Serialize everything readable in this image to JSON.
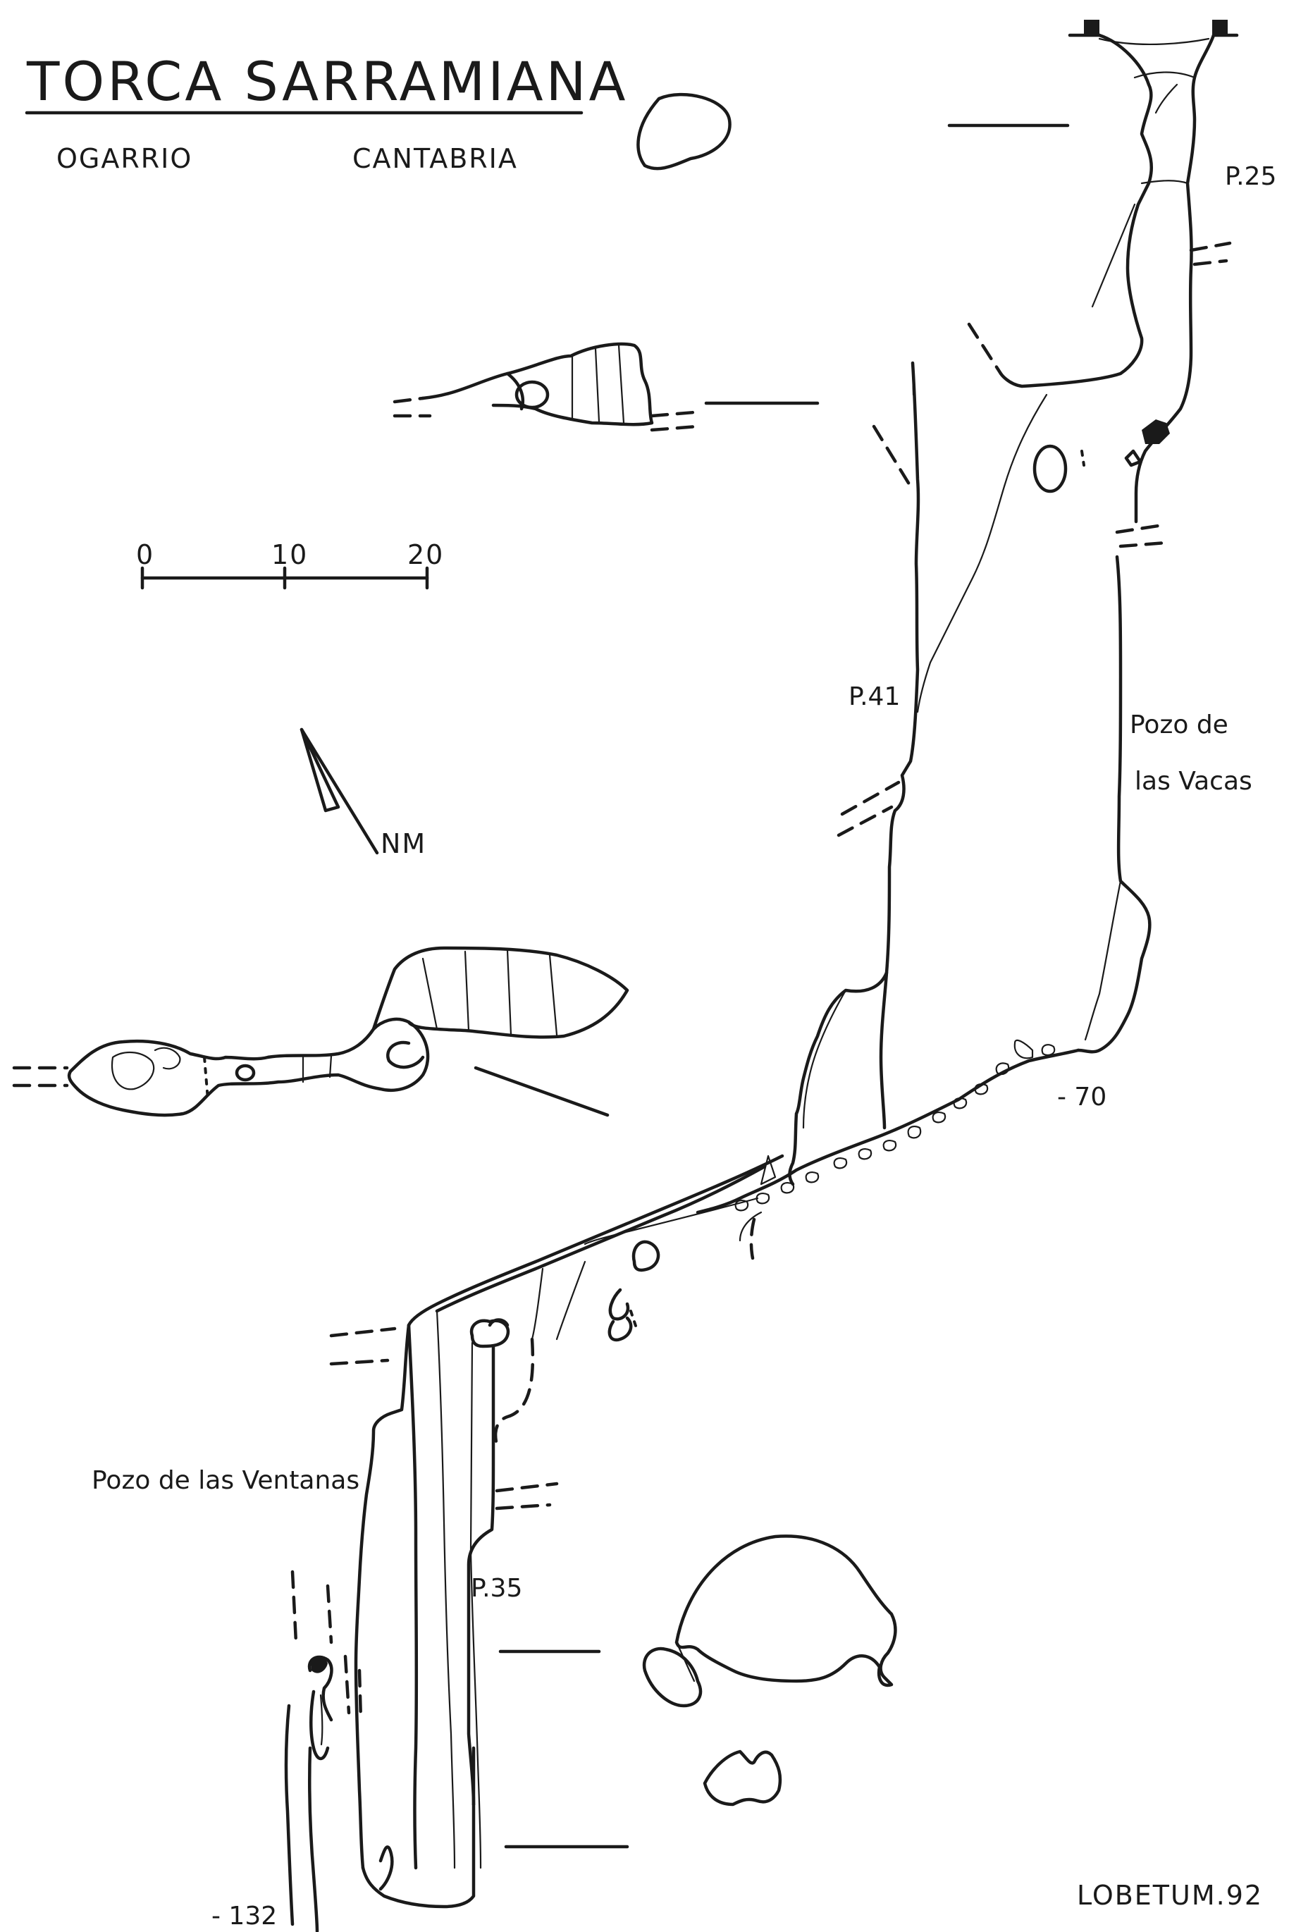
{
  "header": {
    "title": "TORCA SARRAMIANA",
    "locality": "OGARRIO",
    "region": "CANTABRIA"
  },
  "scale_bar": {
    "ticks": [
      "0",
      "10",
      "20"
    ]
  },
  "north_arrow": {
    "label": "NM"
  },
  "section_labels": {
    "p25": "P.25",
    "p41": "P.41",
    "pozo_vacas_line1": "Pozo de",
    "pozo_vacas_line2": "las Vacas",
    "depth_70": "- 70",
    "pozo_ventanas": "Pozo de las Ventanas",
    "p35": "P.35",
    "depth_132": "- 132"
  },
  "footer": {
    "credit": "LOBETUM.92"
  },
  "colors": {
    "ink": "#1a1a1a",
    "paper": "#ffffff"
  }
}
